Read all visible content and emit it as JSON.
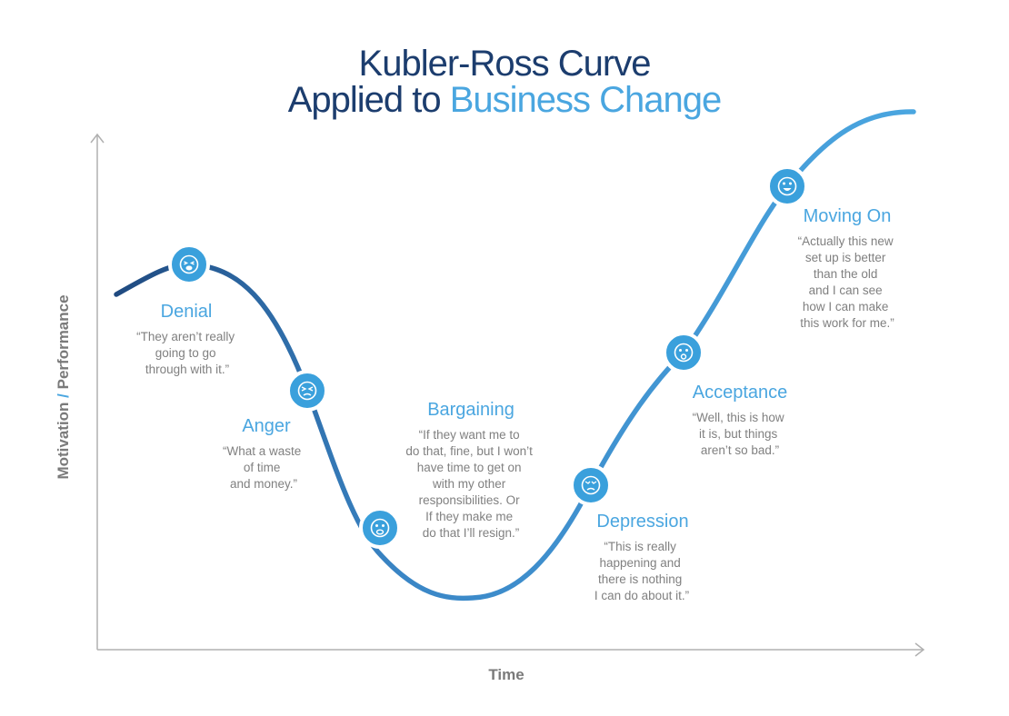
{
  "title": {
    "line1": "Kubler-Ross Curve",
    "line2_prefix": "Applied to ",
    "line2_accent": "Business Change"
  },
  "axes": {
    "x_label": "Time",
    "y_label_part1": "Motivation",
    "y_label_sep": " / ",
    "y_label_part2": "Performance"
  },
  "colors": {
    "dark_blue": "#1c3d6e",
    "curve_dark": "#2b5a8e",
    "curve_light": "#4aa6e0",
    "text_gray": "#808080",
    "axis_gray": "#b0b0b0"
  },
  "stages": [
    {
      "name": "Denial",
      "icon": "crying-face-icon",
      "quote": [
        "“They aren’t really",
        "going to go",
        "through with it.”"
      ]
    },
    {
      "name": "Anger",
      "icon": "angry-face-icon",
      "quote": [
        "“What a waste",
        "of  time",
        "and money.”"
      ]
    },
    {
      "name": "Bargaining",
      "icon": "worried-face-icon",
      "quote": [
        "“If they want me to",
        "do that, fine, but I won’t",
        "have time to get on",
        "with my other",
        "responsibilities. Or",
        "If they make me",
        "do that I’ll resign.”"
      ]
    },
    {
      "name": "Depression",
      "icon": "sad-face-icon",
      "quote": [
        "“This is really",
        "happening and",
        "there is nothing",
        "I can do about it.”"
      ]
    },
    {
      "name": "Acceptance",
      "icon": "surprised-face-icon",
      "quote": [
        "“Well, this is how",
        "it is, but things",
        "aren’t so bad.”"
      ]
    },
    {
      "name": "Moving On",
      "icon": "happy-face-icon",
      "quote": [
        "“Actually this new",
        "set up is better",
        "than the old",
        "and I can see",
        "how I can make",
        "this work for me.”"
      ]
    }
  ]
}
